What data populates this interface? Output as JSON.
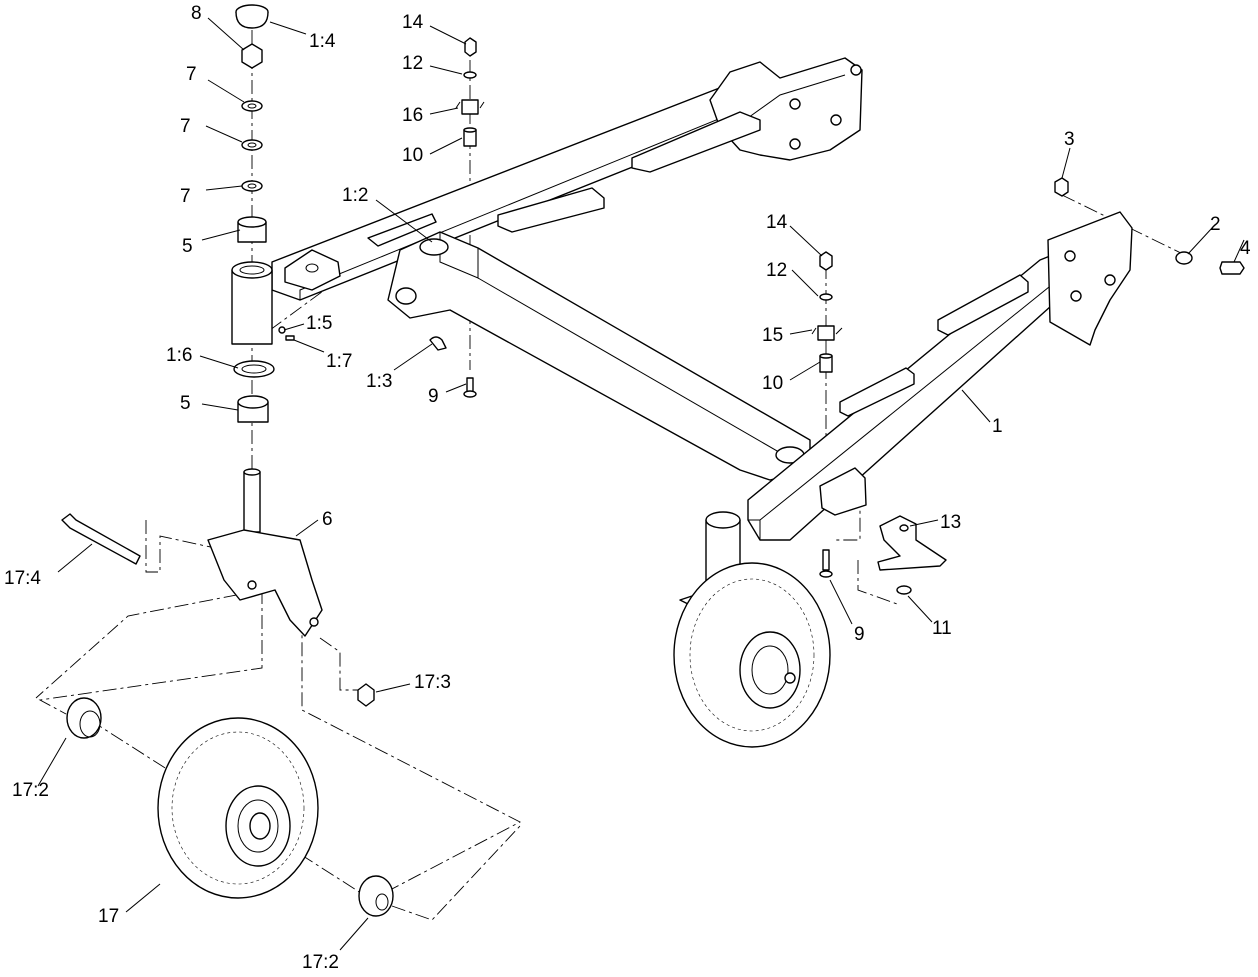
{
  "callouts": {
    "c_8": "8",
    "c_1_4": "1:4",
    "c_7a": "7",
    "c_7b": "7",
    "c_7c": "7",
    "c_5a": "5",
    "c_1_5": "1:5",
    "c_1_6": "1:6",
    "c_1_7": "1:7",
    "c_5b": "5",
    "c_14a": "14",
    "c_12a": "12",
    "c_16": "16",
    "c_10a": "10",
    "c_1_2": "1:2",
    "c_1_3": "1:3",
    "c_9a": "9",
    "c_14b": "14",
    "c_12b": "12",
    "c_15": "15",
    "c_10b": "10",
    "c_3": "3",
    "c_2": "2",
    "c_4": "4",
    "c_1": "1",
    "c_13": "13",
    "c_9b": "9",
    "c_11": "11",
    "c_6": "6",
    "c_17_4": "17:4",
    "c_17_3": "17:3",
    "c_17_2a": "17:2",
    "c_17": "17",
    "c_17_2b": "17:2"
  }
}
